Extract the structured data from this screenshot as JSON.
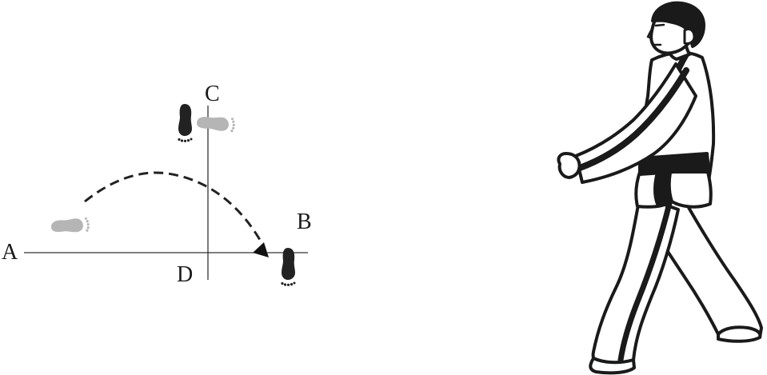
{
  "diagram": {
    "points": {
      "a": "A",
      "b": "B",
      "c": "C",
      "d": "D"
    },
    "colors": {
      "line": "#333333",
      "footprint_dark": "#222222",
      "footprint_light": "#b5b5b5",
      "uniform": "#ffffff",
      "belt": "#1a1a1a",
      "outline": "#1a1a1a"
    },
    "icons": {
      "start_foot": "footprint-icon",
      "pivot_feet": "footprint-icon",
      "end_foot": "footprint-icon",
      "arrow": "arrowhead-icon"
    }
  }
}
